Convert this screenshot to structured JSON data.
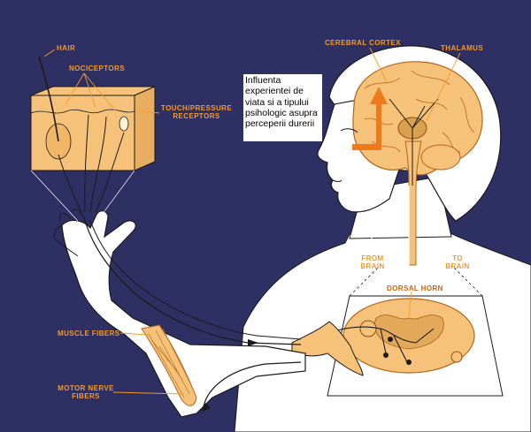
{
  "labels": {
    "hair": "HAIR",
    "nociceptors": "NOCICEPTORS",
    "touch_pressure": "TOUCH/PRESSURE",
    "receptors": "RECEPTORS",
    "cerebral_cortex": "CEREBRAL CORTEX",
    "thalamus": "THALAMUS",
    "from": "FROM",
    "brain_from": "BRAIN",
    "to": "TO",
    "brain_to": "BRAIN",
    "dorsal_horn": "DORSAL HORN",
    "muscle_fibers": "MUSCLE FIBERS",
    "motor_nerve": "MOTOR NERVE",
    "fibers": "FIBERS"
  },
  "callout": "Influenta experientei de viata si a tipului psihologic asupra perceperii durerii",
  "colors": {
    "background": "#2e2f63",
    "label": "#f39a2a",
    "tissue": "#f6c27a",
    "highlight_arrow": "#f07a1a",
    "skin_line": "#1a1a1a"
  }
}
